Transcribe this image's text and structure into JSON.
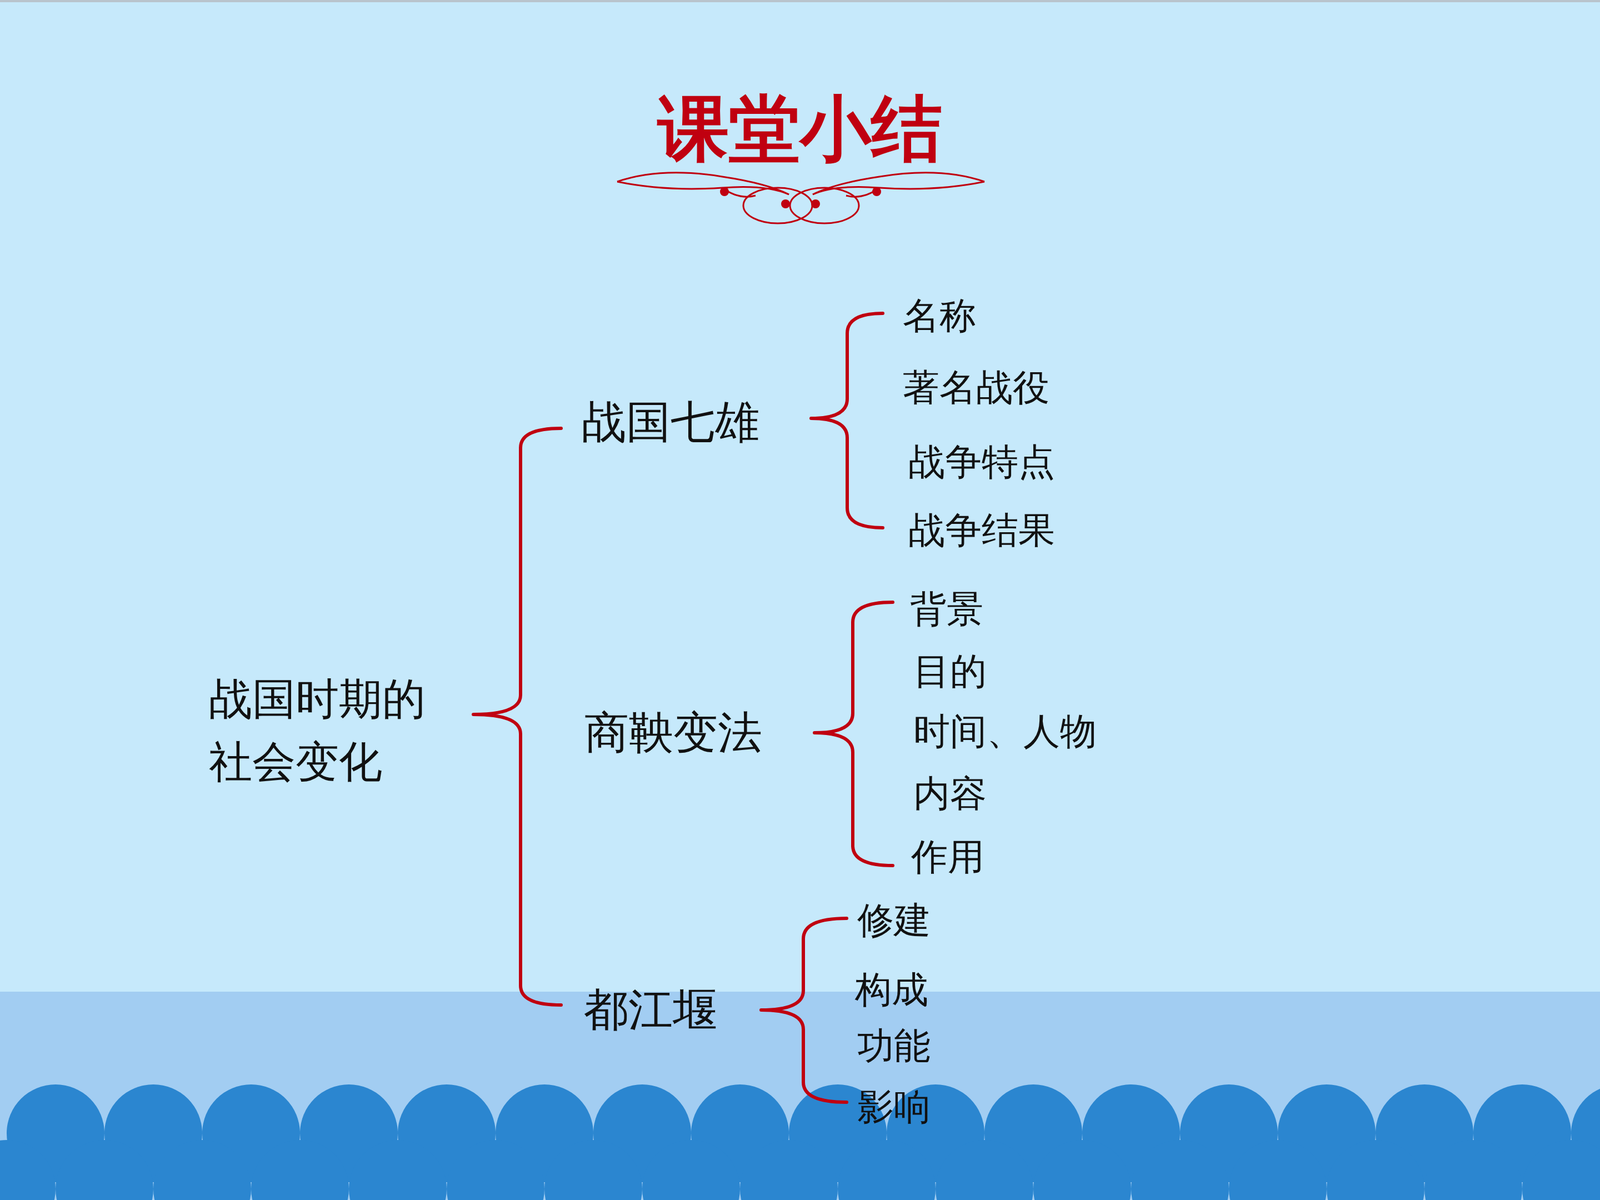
{
  "diagram": {
    "title": "课堂小结",
    "labels": [
      "战国时期的社会变化",
      "战国七雄",
      "名称",
      "著名战役",
      "战争特点",
      "战争结果",
      "商鞅变法",
      "背景",
      "目的",
      "时间、人物",
      "内容",
      "作用",
      "都江堰",
      "修建",
      "构成",
      "功能",
      "影响"
    ]
  }
}
